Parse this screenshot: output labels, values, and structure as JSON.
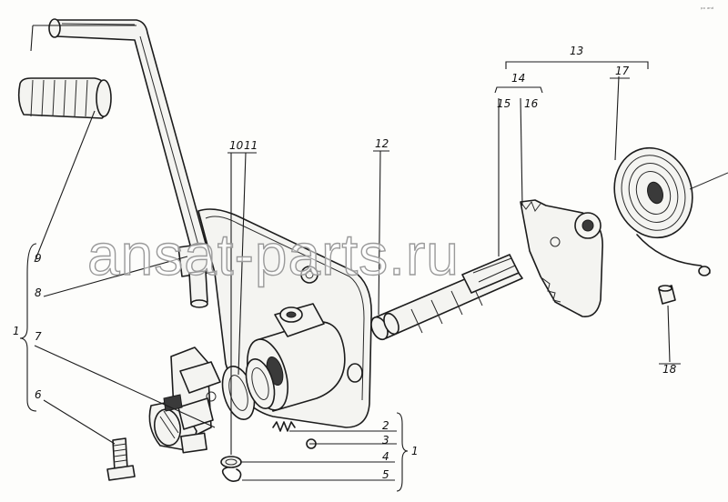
{
  "diagram": {
    "callouts": [
      {
        "id": "c1a",
        "text": "1"
      },
      {
        "id": "c1b",
        "text": "1"
      },
      {
        "id": "c2",
        "text": "2"
      },
      {
        "id": "c3",
        "text": "3"
      },
      {
        "id": "c4",
        "text": "4"
      },
      {
        "id": "c5",
        "text": "5"
      },
      {
        "id": "c6",
        "text": "6"
      },
      {
        "id": "c7",
        "text": "7"
      },
      {
        "id": "c8",
        "text": "8"
      },
      {
        "id": "c9",
        "text": "9"
      },
      {
        "id": "c10",
        "text": "10"
      },
      {
        "id": "c11",
        "text": "11"
      },
      {
        "id": "c12",
        "text": "12"
      },
      {
        "id": "c13",
        "text": "13"
      },
      {
        "id": "c14",
        "text": "14"
      },
      {
        "id": "c15",
        "text": "15"
      },
      {
        "id": "c16",
        "text": "16"
      },
      {
        "id": "c17",
        "text": "17"
      },
      {
        "id": "c18",
        "text": "18"
      }
    ],
    "watermark": "ansat-parts.ru",
    "corner_mark": "ᵖᵒ ᵃⁿᵈ"
  }
}
